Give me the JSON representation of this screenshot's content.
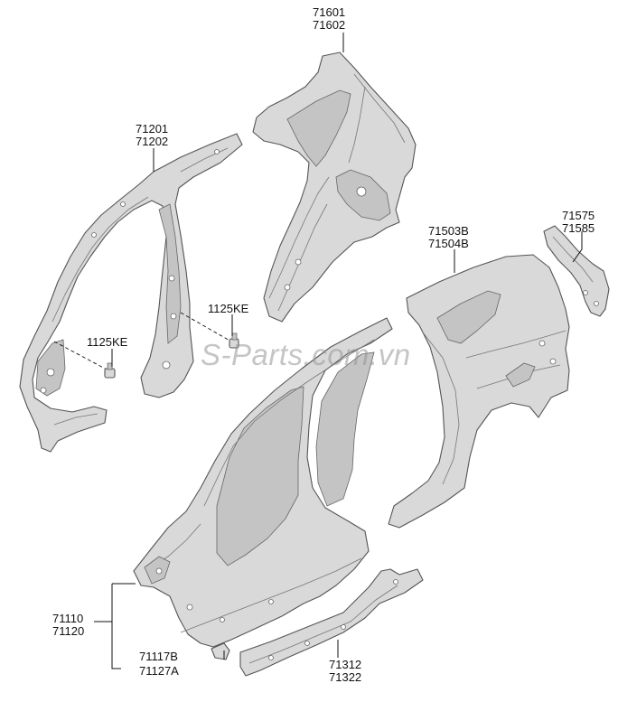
{
  "diagram": {
    "watermark": "S-Parts.com.vn",
    "callouts": {
      "outer_upper_pillar": [
        "71601",
        "71602"
      ],
      "inner_pillar": [
        "71201",
        "71202"
      ],
      "quarter_panel": [
        "71503B",
        "71504B"
      ],
      "rear_extension": [
        "71575",
        "71585"
      ],
      "bolt_left": [
        "1125KE"
      ],
      "bolt_right": [
        "1125KE"
      ],
      "side_outer_panel": [
        "71110",
        "71120"
      ],
      "bracket": [
        "71117B",
        "71127A"
      ],
      "sill_reinforcement": [
        "71312",
        "71322"
      ]
    }
  }
}
